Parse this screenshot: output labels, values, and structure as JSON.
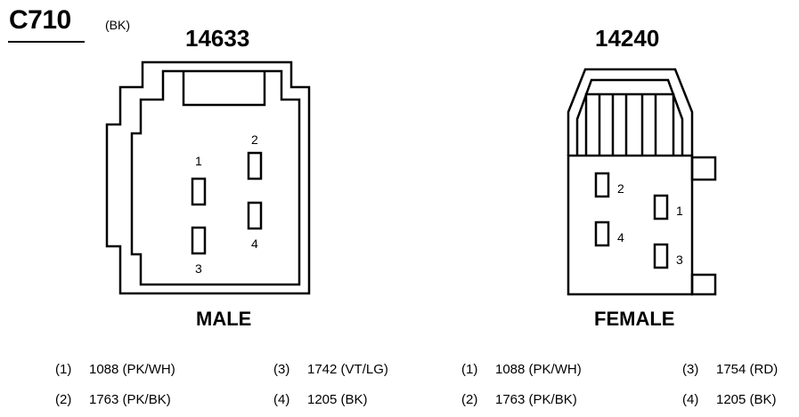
{
  "connector": {
    "id": "C710",
    "color_code": "(BK)"
  },
  "male": {
    "part_number": "14633",
    "label": "MALE",
    "pins": [
      "1",
      "2",
      "3",
      "4"
    ]
  },
  "female": {
    "part_number": "14240",
    "label": "FEMALE",
    "pins": [
      "1",
      "2",
      "3",
      "4"
    ]
  },
  "legend": {
    "male": [
      {
        "pin": "(1)",
        "circuit": "1088 (PK/WH)"
      },
      {
        "pin": "(2)",
        "circuit": "1763 (PK/BK)"
      },
      {
        "pin": "(3)",
        "circuit": "1742 (VT/LG)"
      },
      {
        "pin": "(4)",
        "circuit": "1205 (BK)"
      }
    ],
    "female": [
      {
        "pin": "(1)",
        "circuit": "1088 (PK/WH)"
      },
      {
        "pin": "(2)",
        "circuit": "1763 (PK/BK)"
      },
      {
        "pin": "(3)",
        "circuit": "1754 (RD)"
      },
      {
        "pin": "(4)",
        "circuit": "1205 (BK)"
      }
    ]
  }
}
